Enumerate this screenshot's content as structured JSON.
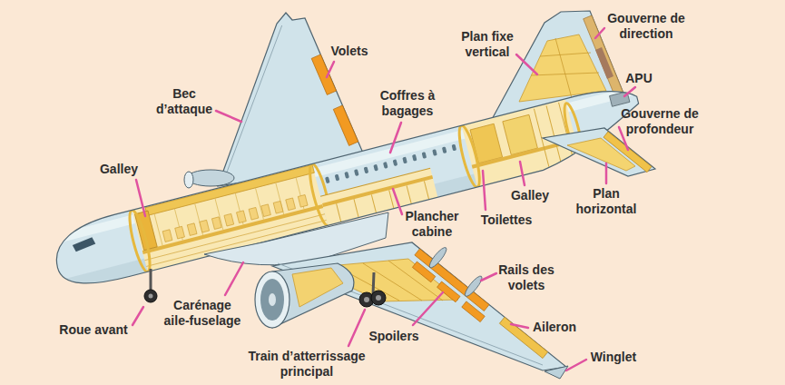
{
  "diagram": {
    "labels": [
      "Gouverne de direction",
      "Plan fixe vertical",
      "Volets",
      "APU",
      "Bec d’attaque",
      "Coffres à bagages",
      "Gouverne de profondeur",
      "Galley",
      "Galley",
      "Plan horizontal",
      "Plancher cabine",
      "Toilettes",
      "Rails des volets",
      "Carénage aile-fuselage",
      "Aileron",
      "Roue avant",
      "Spoilers",
      "Winglet",
      "Train d’atterrissage principal"
    ]
  }
}
